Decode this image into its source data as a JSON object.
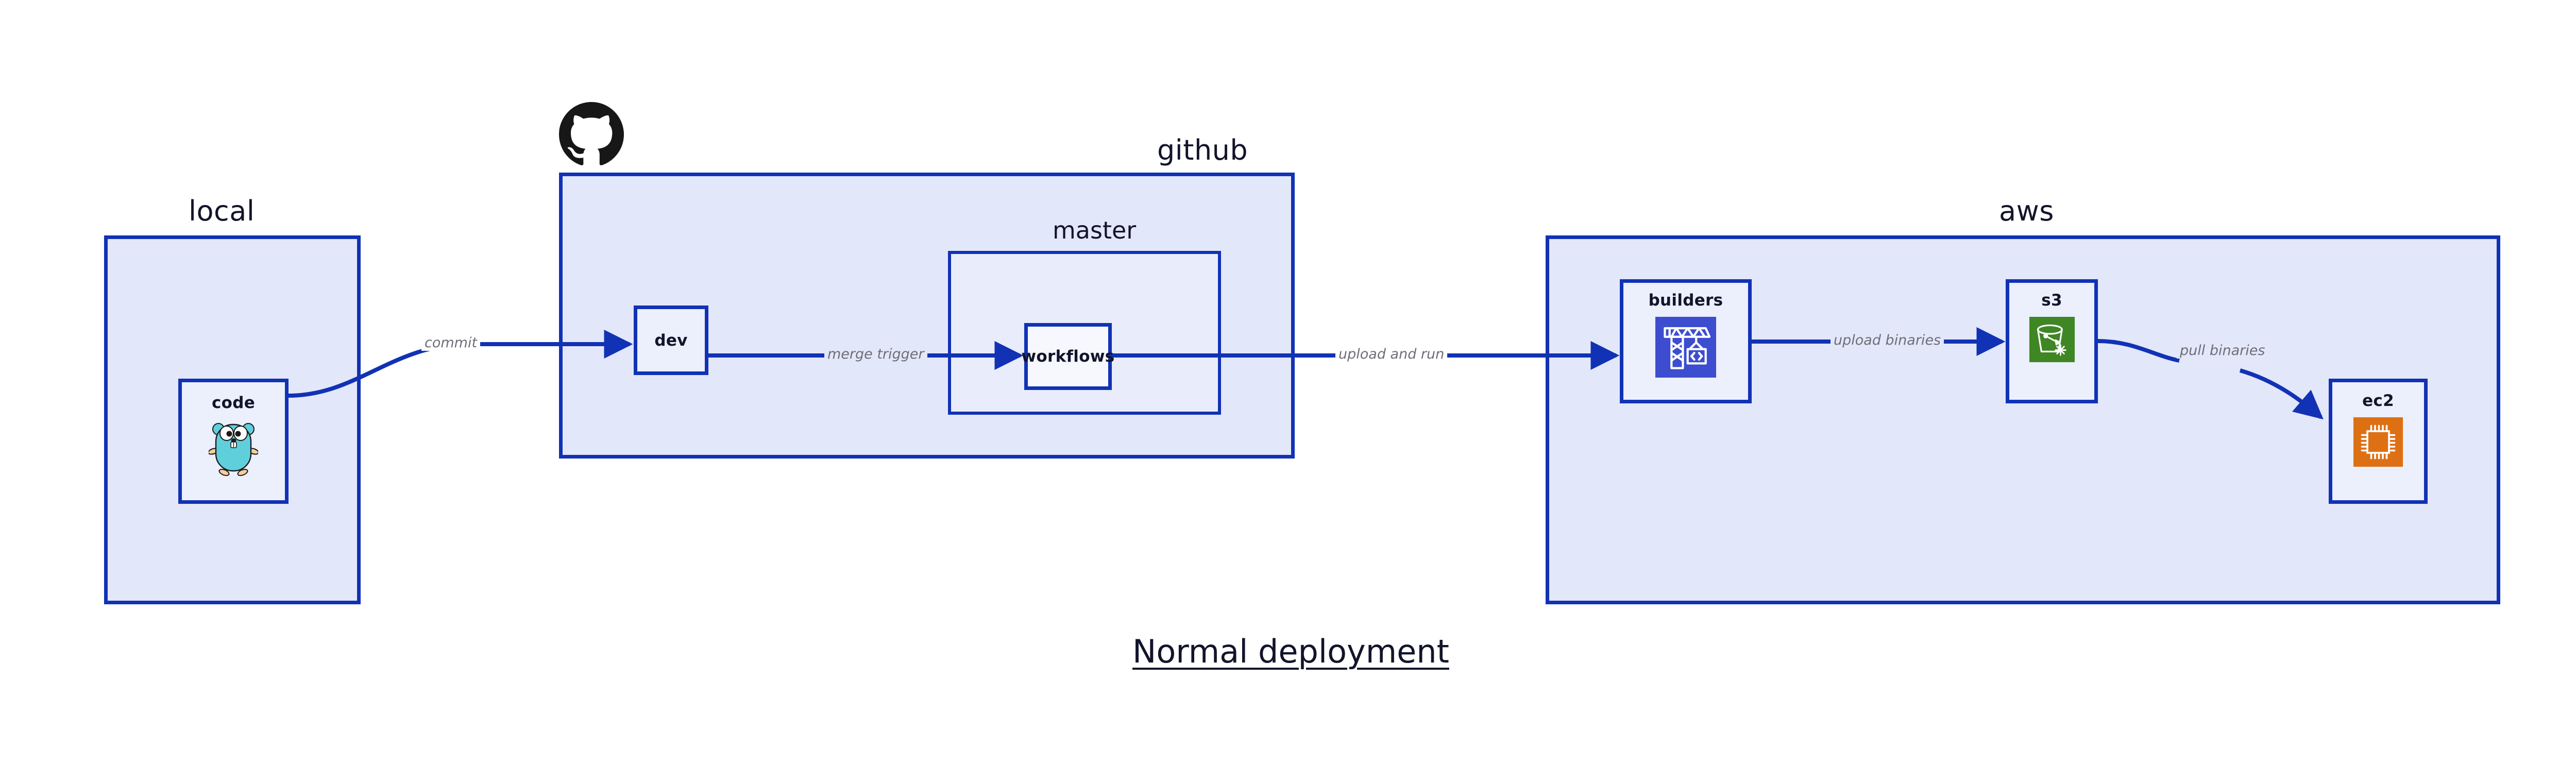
{
  "diagram": {
    "caption": "Normal deployment",
    "colors": {
      "group_fill": "#e3e7fa",
      "group_border": "#1132b5",
      "node_fill": "#eceffc",
      "subgroup_fill": "#e8ecfb",
      "arrow": "#1132b5",
      "edge_label_text": "#6e6e78",
      "title_text": "#12142b",
      "builders_icon_bg": "#3d4dcf",
      "s3_icon_bg": "#3f8624",
      "ec2_icon_bg": "#de7014",
      "gopher_body": "#5fcfdc",
      "github_logo": "#181717"
    },
    "groups": [
      {
        "id": "local",
        "label": "local"
      },
      {
        "id": "github",
        "label": "github"
      },
      {
        "id": "aws",
        "label": "aws"
      }
    ],
    "subgroups": [
      {
        "id": "master",
        "label": "master",
        "parent": "github"
      }
    ],
    "nodes": [
      {
        "id": "code",
        "label": "code",
        "icon": "go-gopher-icon",
        "parent": "local"
      },
      {
        "id": "dev",
        "label": "dev",
        "icon": null,
        "parent": "github"
      },
      {
        "id": "workflows",
        "label": "workflows",
        "icon": null,
        "parent": "master"
      },
      {
        "id": "builders",
        "label": "builders",
        "icon": "crane-code-icon",
        "parent": "aws"
      },
      {
        "id": "s3",
        "label": "s3",
        "icon": "s3-bucket-icon",
        "parent": "aws"
      },
      {
        "id": "ec2",
        "label": "ec2",
        "icon": "ec2-chip-icon",
        "parent": "aws"
      }
    ],
    "edges": [
      {
        "id": "e1",
        "from": "code",
        "to": "dev",
        "label": "commit"
      },
      {
        "id": "e2",
        "from": "dev",
        "to": "workflows",
        "label": "merge trigger"
      },
      {
        "id": "e3",
        "from": "workflows",
        "to": "builders",
        "label": "upload and run"
      },
      {
        "id": "e4",
        "from": "builders",
        "to": "s3",
        "label": "upload binaries"
      },
      {
        "id": "e5",
        "from": "s3",
        "to": "ec2",
        "label": "pull binaries"
      }
    ],
    "logos": [
      {
        "id": "github-logo",
        "name": "github-octocat-icon",
        "attached_to": "github"
      }
    ]
  }
}
